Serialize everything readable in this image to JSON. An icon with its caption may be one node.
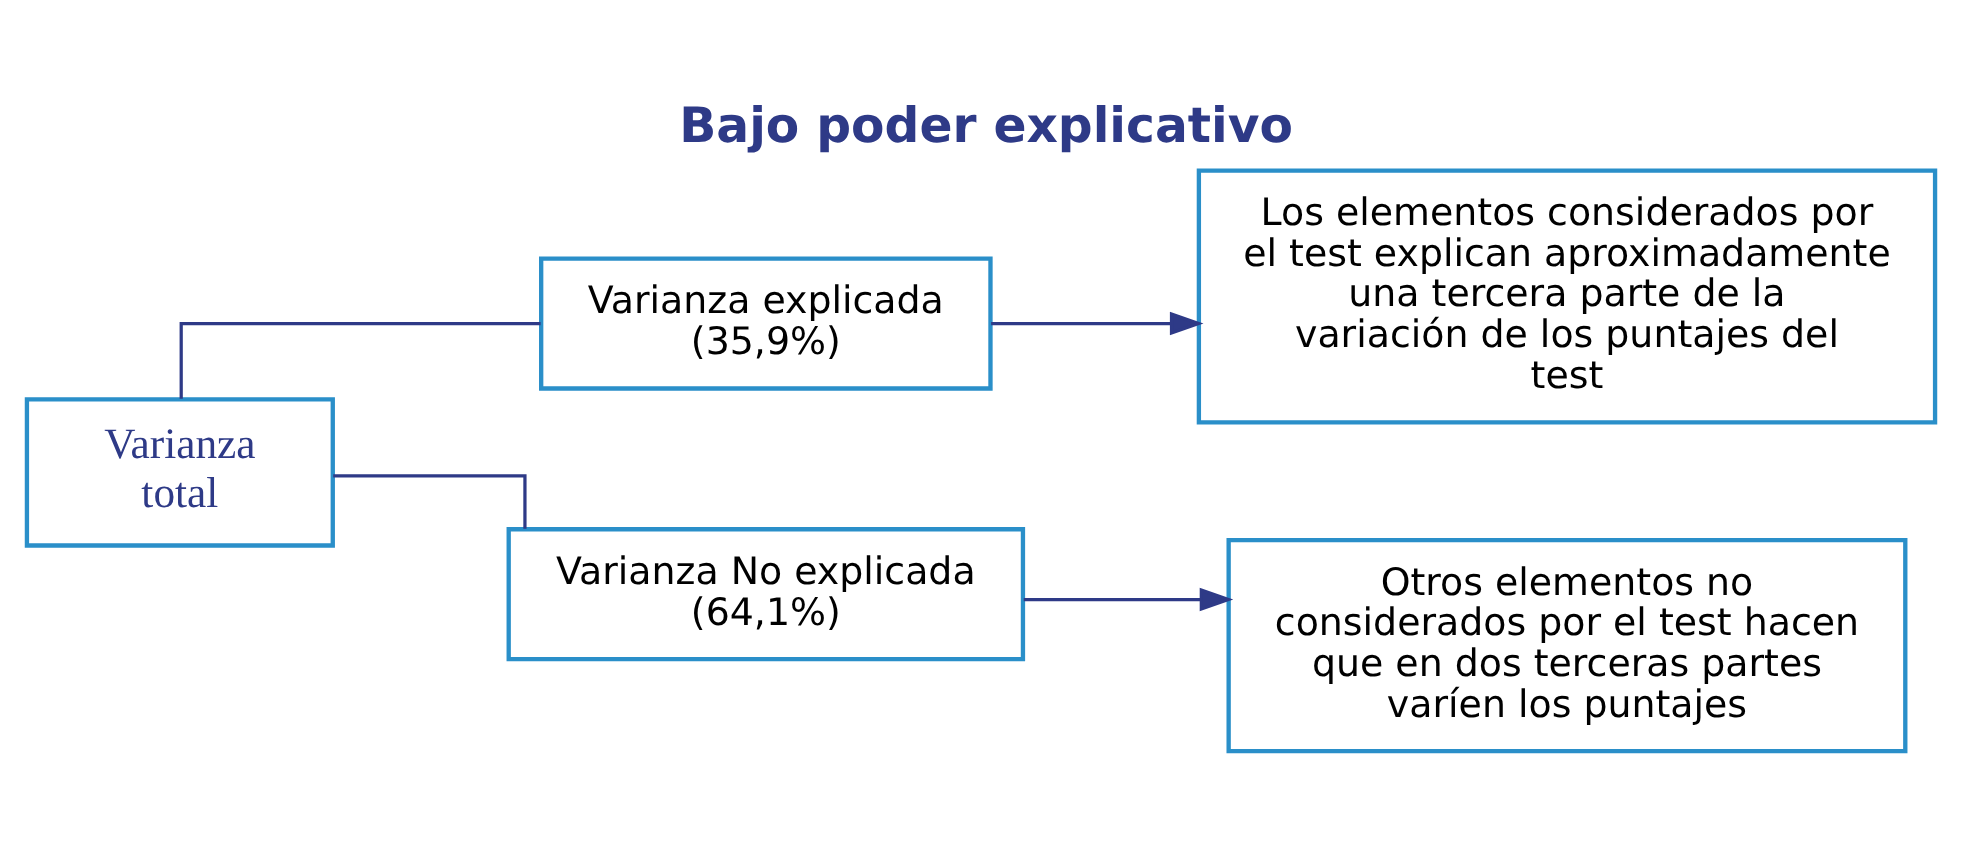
{
  "diagram": {
    "title": "Bajo poder explicativo",
    "nodes": [
      {
        "text": [
          "Varianza total"
        ]
      },
      {
        "text": [
          "Varianza explicada (35,9%)"
        ]
      },
      {
        "text": [
          "Los elementos considerados por el test explican aproximadamente una tercera parte de la variación de los puntajes del test"
        ]
      },
      {
        "text": [
          "Varianza No explicada (64,1%)"
        ]
      },
      {
        "text": [
          "Otros elementos no considerados por el test hacen que en dos terceras partes varíen los puntajes"
        ]
      }
    ],
    "edges": [
      {
        "from": 0,
        "to": 1,
        "arrow": "none"
      },
      {
        "from": 0,
        "to": 3,
        "arrow": "none"
      },
      {
        "from": 1,
        "to": 2,
        "arrow": "to"
      },
      {
        "from": 3,
        "to": 4,
        "arrow": "to"
      }
    ]
  }
}
